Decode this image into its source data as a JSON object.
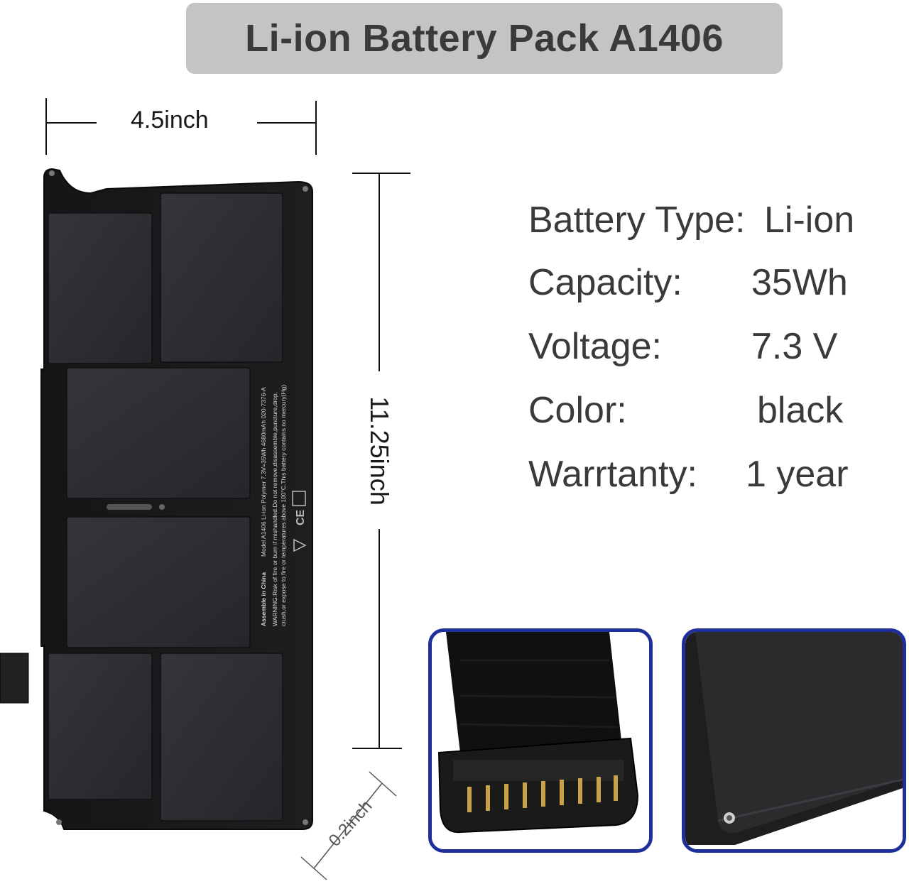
{
  "title": "Li-ion Battery Pack A1406",
  "dimensions": {
    "width": "4.5inch",
    "height": "11.25inch",
    "depth": "0.2inch"
  },
  "specs": [
    {
      "key": "Battery Type:",
      "value": "Li-ion"
    },
    {
      "key": "Capacity:",
      "value": "35Wh"
    },
    {
      "key": "Voltage:",
      "value": "7.3 V"
    },
    {
      "key": "Color:",
      "value": "black"
    },
    {
      "key": "Warrtanty:",
      "value": "1 year"
    }
  ],
  "battery_label": {
    "line1": "Assemble in China",
    "line1b": "Model A1406 Li-ion Polymer 7.3V=35Wh 4680mAh 020-7376-A",
    "line2": "WARNING:Risk of fire or burn if mishandled.Do not remove,disassemble,puncture,drop,",
    "line3": "crush,or expose to fire or temperatures above 100°C.This battery contains no mercury(Hg)"
  },
  "colors": {
    "banner": "#c4c4c4",
    "frame": "#1f2f9a",
    "battery_body": "#1d1d1f",
    "cell": "#2c2c2e"
  },
  "icons": [
    "ce-mark-icon",
    "warning-triangle-icon",
    "recycle-mark-icon"
  ]
}
